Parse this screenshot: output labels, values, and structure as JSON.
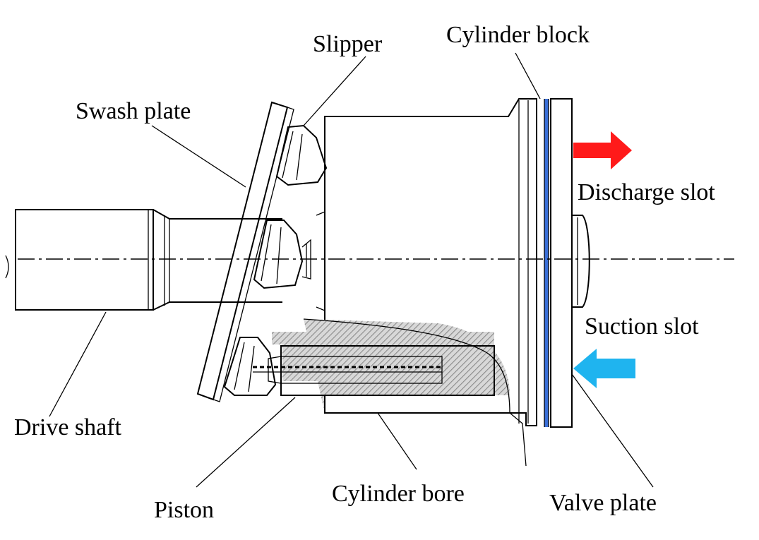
{
  "labels": {
    "slipper": "Slipper",
    "cylinder_block": "Cylinder block",
    "swash_plate": "Swash plate",
    "discharge_slot": "Discharge slot",
    "suction_slot": "Suction slot",
    "drive_shaft": "Drive shaft",
    "piston": "Piston",
    "cylinder_bore": "Cylinder bore",
    "valve_plate": "Valve plate"
  },
  "colors": {
    "discharge_arrow": "#ff1a1a",
    "suction_arrow": "#1fb4ef",
    "valve_seal": "#3a6fd8",
    "hatch": "#9a9a9a"
  }
}
